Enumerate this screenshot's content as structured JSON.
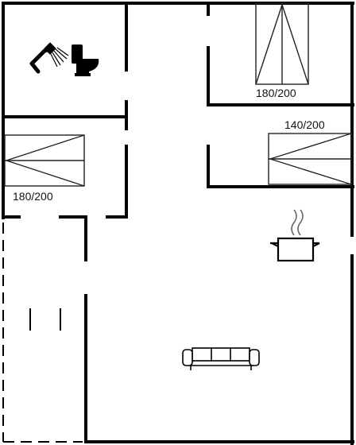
{
  "floorplan": {
    "bed_labels": {
      "bed_top": "180/200",
      "bed_right": "140/200",
      "bed_left": "180/200"
    },
    "icons": [
      "shower-icon",
      "toilet-icon",
      "cooking-pot-icon",
      "sofa-icon"
    ],
    "colors": {
      "wall": "#000000",
      "line": "#222222",
      "background": "#ffffff"
    }
  }
}
